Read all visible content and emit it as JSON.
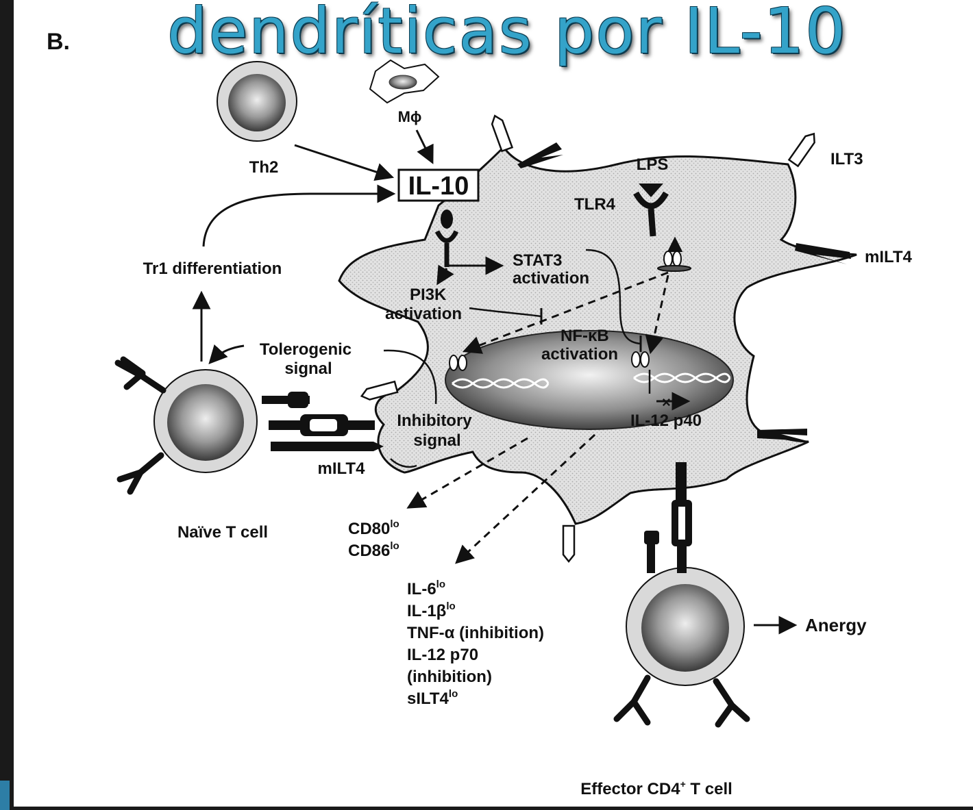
{
  "slide": {
    "title": "dendríticas por IL-10"
  },
  "figure": {
    "panel_letter": "B.",
    "cells": {
      "th2": "Th2",
      "macrophage": "Mϕ",
      "naive_t": "Naïve T cell",
      "effector_t_prefix": "Effector CD4",
      "effector_t_sup": "+",
      "effector_t_suffix": " T cell"
    },
    "il10": "IL-10",
    "tr1": "Tr1 differentiation",
    "tolerogenic": [
      "Tolerogenic",
      "signal"
    ],
    "inhibitory": [
      "Inhibitory",
      "signal"
    ],
    "mILT4": "mILT4",
    "ilt3": "ILT3",
    "lps": "LPS",
    "tlr4": "TLR4",
    "stat3": [
      "STAT3",
      "activation"
    ],
    "pi3k": [
      "PI3K",
      "activation"
    ],
    "nfkb": [
      "NF-κB",
      "activation"
    ],
    "il12p40": "IL-12 p40",
    "anergy": "Anergy",
    "costim": [
      {
        "base": "CD80",
        "sup": "lo"
      },
      {
        "base": "CD86",
        "sup": "lo"
      }
    ],
    "cytokines": [
      {
        "base": "IL-6",
        "sup": "lo"
      },
      {
        "base": "IL-1β",
        "sup": "lo"
      },
      {
        "base": "TNF-α (inhibition)",
        "sup": ""
      },
      {
        "base": "IL-12 p70",
        "sup": ""
      },
      {
        "base": "(inhibition)",
        "sup": ""
      },
      {
        "base": "sILT4",
        "sup": "lo"
      }
    ]
  },
  "colors": {
    "title": "#34a3c9",
    "frame": "#1a1a1a",
    "cell_fill": "#d9d9d9"
  }
}
